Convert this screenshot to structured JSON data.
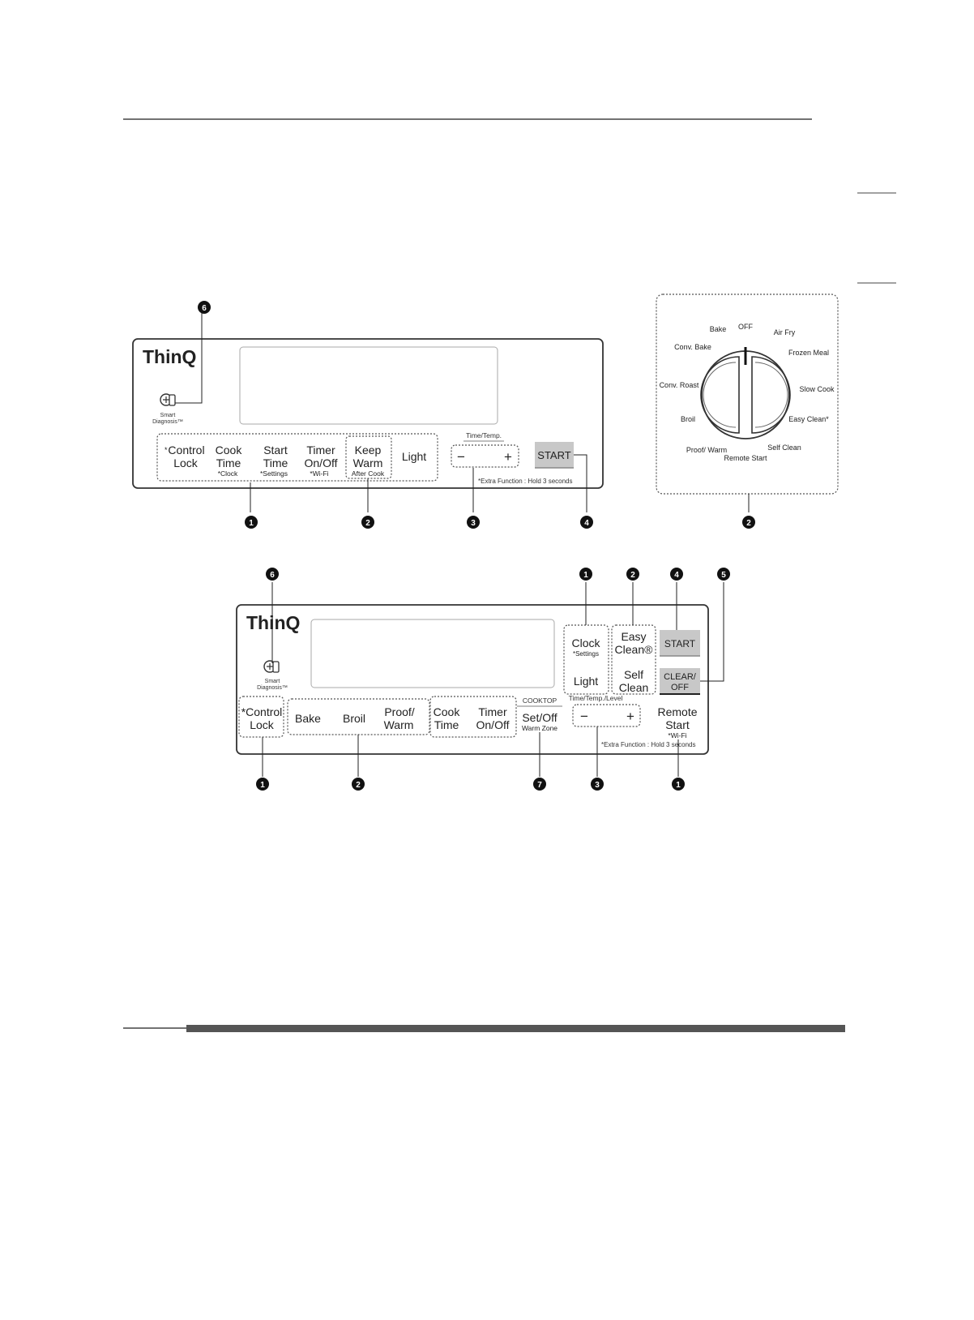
{
  "panel1": {
    "brand": "ThinQ",
    "smart_diagnosis": [
      "Smart",
      "Diagnosis™"
    ],
    "buttons": [
      {
        "asterisk": "*",
        "lines": [
          "Control",
          "Lock"
        ],
        "sub": ""
      },
      {
        "asterisk": "",
        "lines": [
          "Cook",
          "Time"
        ],
        "sub": "*Clock"
      },
      {
        "asterisk": "",
        "lines": [
          "Start",
          "Time"
        ],
        "sub": "*Settings"
      },
      {
        "asterisk": "",
        "lines": [
          "Timer",
          "On/Off"
        ],
        "sub": "*Wi-Fi"
      },
      {
        "asterisk": "",
        "lines": [
          "Keep",
          "Warm"
        ],
        "sub": "After Cook"
      },
      {
        "asterisk": "",
        "lines": [
          "Light"
        ],
        "sub": ""
      }
    ],
    "time_temp_label": "Time/Temp.",
    "minus": "−",
    "plus": "+",
    "start_label": "START",
    "extra_function": "*Extra Function : Hold 3 seconds",
    "callouts_top": [
      "6"
    ],
    "callouts_bottom": [
      "1",
      "2",
      "3",
      "4"
    ]
  },
  "knob": {
    "labels": [
      "OFF",
      "Air Fry",
      "Frozen Meal",
      "Slow Cook",
      "Easy Clean*",
      "Self Clean",
      "Remote Start",
      "Proof/ Warm",
      "Broil",
      "Conv. Roast",
      "Conv. Bake",
      "Bake"
    ],
    "callout": "2"
  },
  "panel2": {
    "brand": "ThinQ",
    "smart_diagnosis": [
      "Smart",
      "Diagnosis™"
    ],
    "clock": [
      "Clock"
    ],
    "clock_sub": "*Settings",
    "light": "Light",
    "easy_clean": [
      "Easy",
      "Clean®"
    ],
    "self_clean": [
      "Self",
      "Clean"
    ],
    "start_label": "START",
    "clear_off": [
      "CLEAR/",
      "OFF"
    ],
    "control_lock": [
      "*Control",
      "Lock"
    ],
    "bake": "Bake",
    "broil": "Broil",
    "proof_warm": [
      "Proof/",
      "Warm"
    ],
    "cook_time": [
      "Cook",
      "Time"
    ],
    "timer": [
      "Timer",
      "On/Off"
    ],
    "cooktop_label": "COOKTOP",
    "set_off": "Set/Off",
    "warm_zone": "Warm Zone",
    "time_temp_level": "Time/Temp./Level",
    "minus": "−",
    "plus": "+",
    "remote_start": [
      "Remote",
      "Start"
    ],
    "remote_sub": "*Wi-Fi",
    "extra_function": "*Extra Function : Hold 3 seconds",
    "callouts_top": [
      "6",
      "1",
      "2",
      "4",
      "5"
    ],
    "callouts_bottom": [
      "1",
      "2",
      "7",
      "3",
      "1"
    ]
  }
}
